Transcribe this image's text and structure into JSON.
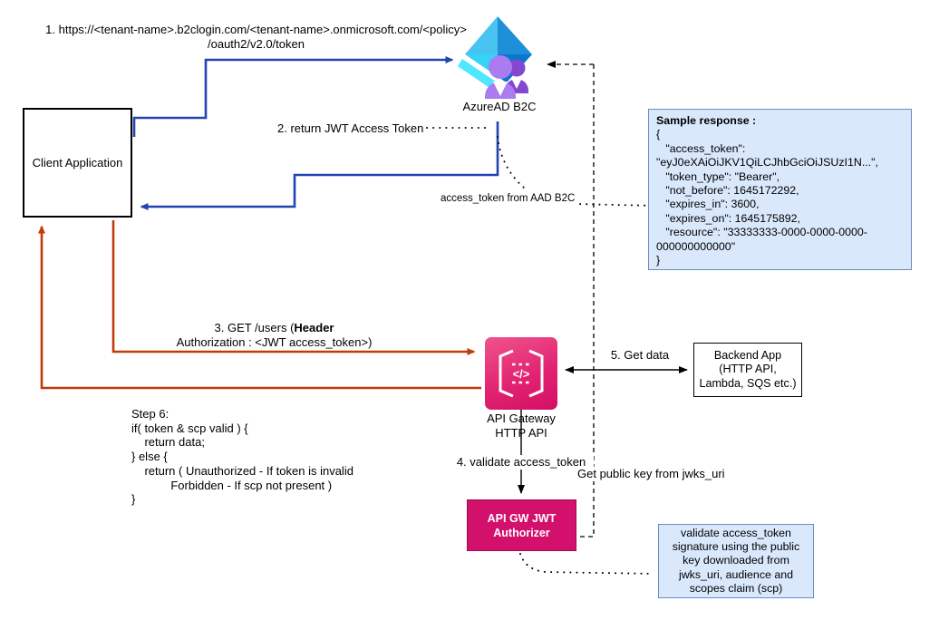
{
  "labels": {
    "step1_line1": "1. https://<tenant-name>.b2clogin.com/<tenant-name>.onmicrosoft.com/<policy>",
    "step1_line2": "/oauth2/v2.0/token",
    "step2": "2. return JWT Access Token",
    "access_token_note": "access_token from AAD B2C",
    "step3_prefix": "3. GET /users (",
    "step3_bold": "Header",
    "step3_line2": "Authorization : <JWT access_token>)",
    "step4": "4. validate access_token",
    "step5": "5. Get data",
    "get_public_key": "Get public key from jwks_uri"
  },
  "nodes": {
    "client_app": {
      "label": "Client Application"
    },
    "azure_ad_b2c": {
      "label": "AzureAD B2C"
    },
    "api_gateway": {
      "icon_glyph": "</>",
      "label_line1": "API Gateway",
      "label_line2": "HTTP API"
    },
    "backend_app": {
      "lines": [
        "Backend App",
        "(HTTP API,",
        "Lambda, SQS etc.)"
      ]
    },
    "jwt_authorizer": {
      "lines": [
        "API GW JWT",
        "Authorizer"
      ]
    },
    "sample_response": {
      "title": "Sample response :",
      "lines": [
        "{",
        "   \"access_token\":",
        "\"eyJ0eXAiOiJKV1QiLCJhbGciOiJSUzI1N...\",",
        "   \"token_type\": \"Bearer\",",
        "   \"not_before\": 1645172292,",
        "   \"expires_in\": 3600,",
        "   \"expires_on\": 1645175892,",
        "   \"resource\": \"33333333-0000-0000-0000-",
        "000000000000\"",
        "}"
      ]
    },
    "validate_note": {
      "lines": [
        "validate access_token",
        "signature using the public",
        "key downloaded from",
        "jwks_uri, audience and",
        "scopes claim (scp)"
      ]
    }
  },
  "step6_code": {
    "lines": [
      "Step 6:",
      "if( token & scp valid ) {",
      "    return data;",
      "} else {",
      "    return ( Unauthorized - If token is invalid",
      "            Forbidden - If scp not present )",
      "}"
    ]
  },
  "colors": {
    "arrow_blue": "#2343b3",
    "arrow_orange": "#c23a08",
    "arrow_black": "#000000",
    "note_fill": "#dae8fc",
    "note_border": "#6c8ebf",
    "authorizer_pink": "#d3116c",
    "apigw_pink": "#e12472",
    "azure_cyan": "#50e6ff",
    "azure_blue": "#1e8fd8",
    "azure_purple": "#ab7bf0"
  }
}
